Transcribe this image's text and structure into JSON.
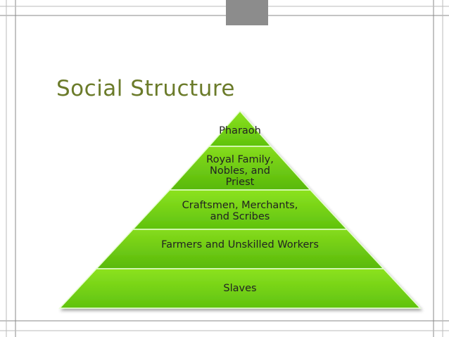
{
  "slide": {
    "title": "Social Structure"
  },
  "pyramid": {
    "tiers": [
      {
        "lines": [
          "Pharaoh"
        ]
      },
      {
        "lines": [
          "Royal Family,",
          "Nobles, and",
          "Priest"
        ]
      },
      {
        "lines": [
          "Craftsmen, Merchants,",
          "and Scribes"
        ]
      },
      {
        "lines": [
          "Farmers and Unskilled Workers"
        ]
      },
      {
        "lines": [
          "Slaves"
        ]
      }
    ]
  },
  "colors": {
    "title": "#6b7b2a",
    "tier_fill": "#78d416",
    "tier_fill_dark": "#4fae0a",
    "frame": "#8a8a8a",
    "accent_box": "#8c8c8c"
  }
}
